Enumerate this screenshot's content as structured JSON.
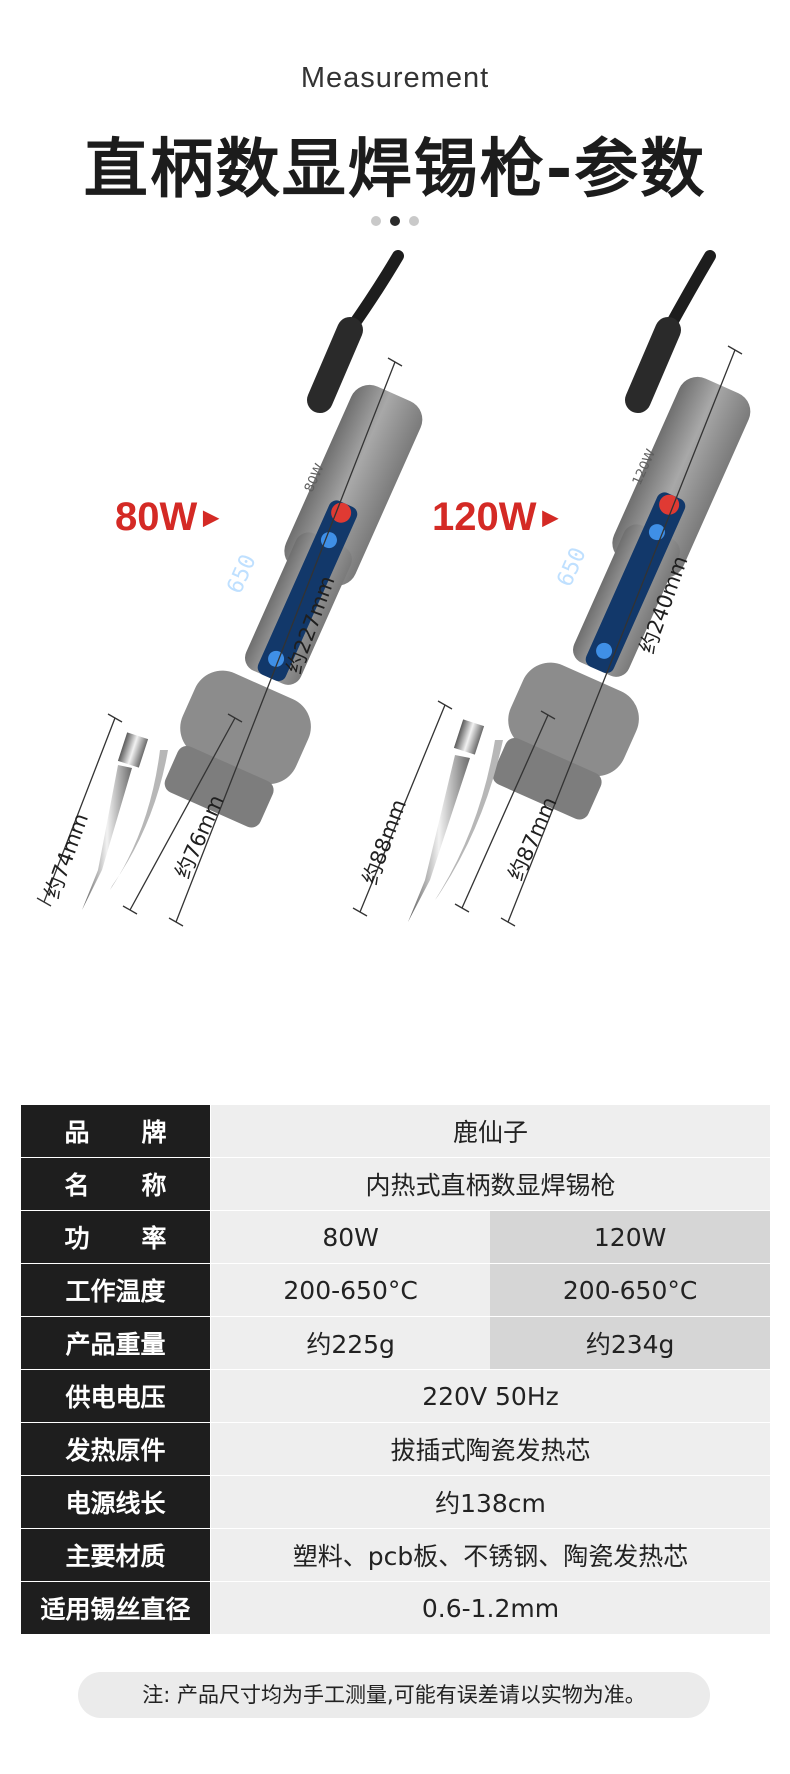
{
  "header": {
    "subtitle": "Measurement",
    "title": "直柄数显焊锡枪-参数",
    "dots": [
      false,
      true,
      false
    ]
  },
  "figure": {
    "left_power": "80W",
    "right_power": "120W",
    "left_display": "650",
    "right_display": "650",
    "left_body_mark": "80W",
    "right_body_mark": "120W",
    "left_dims": {
      "total": "约227mm",
      "tip": "约74mm",
      "pick": "约76mm"
    },
    "right_dims": {
      "total": "约240mm",
      "tip": "约88mm",
      "pick": "约87mm"
    },
    "colors": {
      "accent": "#d42a25",
      "body": "#8e8e8e",
      "display": "#12386a"
    }
  },
  "table": {
    "rows": [
      {
        "label": "品牌",
        "spaced": true,
        "value": "鹿仙子"
      },
      {
        "label": "名称",
        "spaced": true,
        "value": "内热式直柄数显焊锡枪"
      },
      {
        "label": "功率",
        "spaced": true,
        "value": "80W",
        "value2": "120W"
      },
      {
        "label": "工作温度",
        "value": "200-650°C",
        "value2": "200-650°C"
      },
      {
        "label": "产品重量",
        "value": "约225g",
        "value2": "约234g"
      },
      {
        "label": "供电电压",
        "value": "220V 50Hz"
      },
      {
        "label": "发热原件",
        "value": "拔插式陶瓷发热芯"
      },
      {
        "label": "电源线长",
        "value": "约138cm"
      },
      {
        "label": "主要材质",
        "value": "塑料、pcb板、不锈钢、陶瓷发热芯"
      },
      {
        "label": "适用锡丝直径",
        "value": "0.6-1.2mm"
      }
    ]
  },
  "note": "注: 产品尺寸均为手工测量,可能有误差请以实物为准。"
}
